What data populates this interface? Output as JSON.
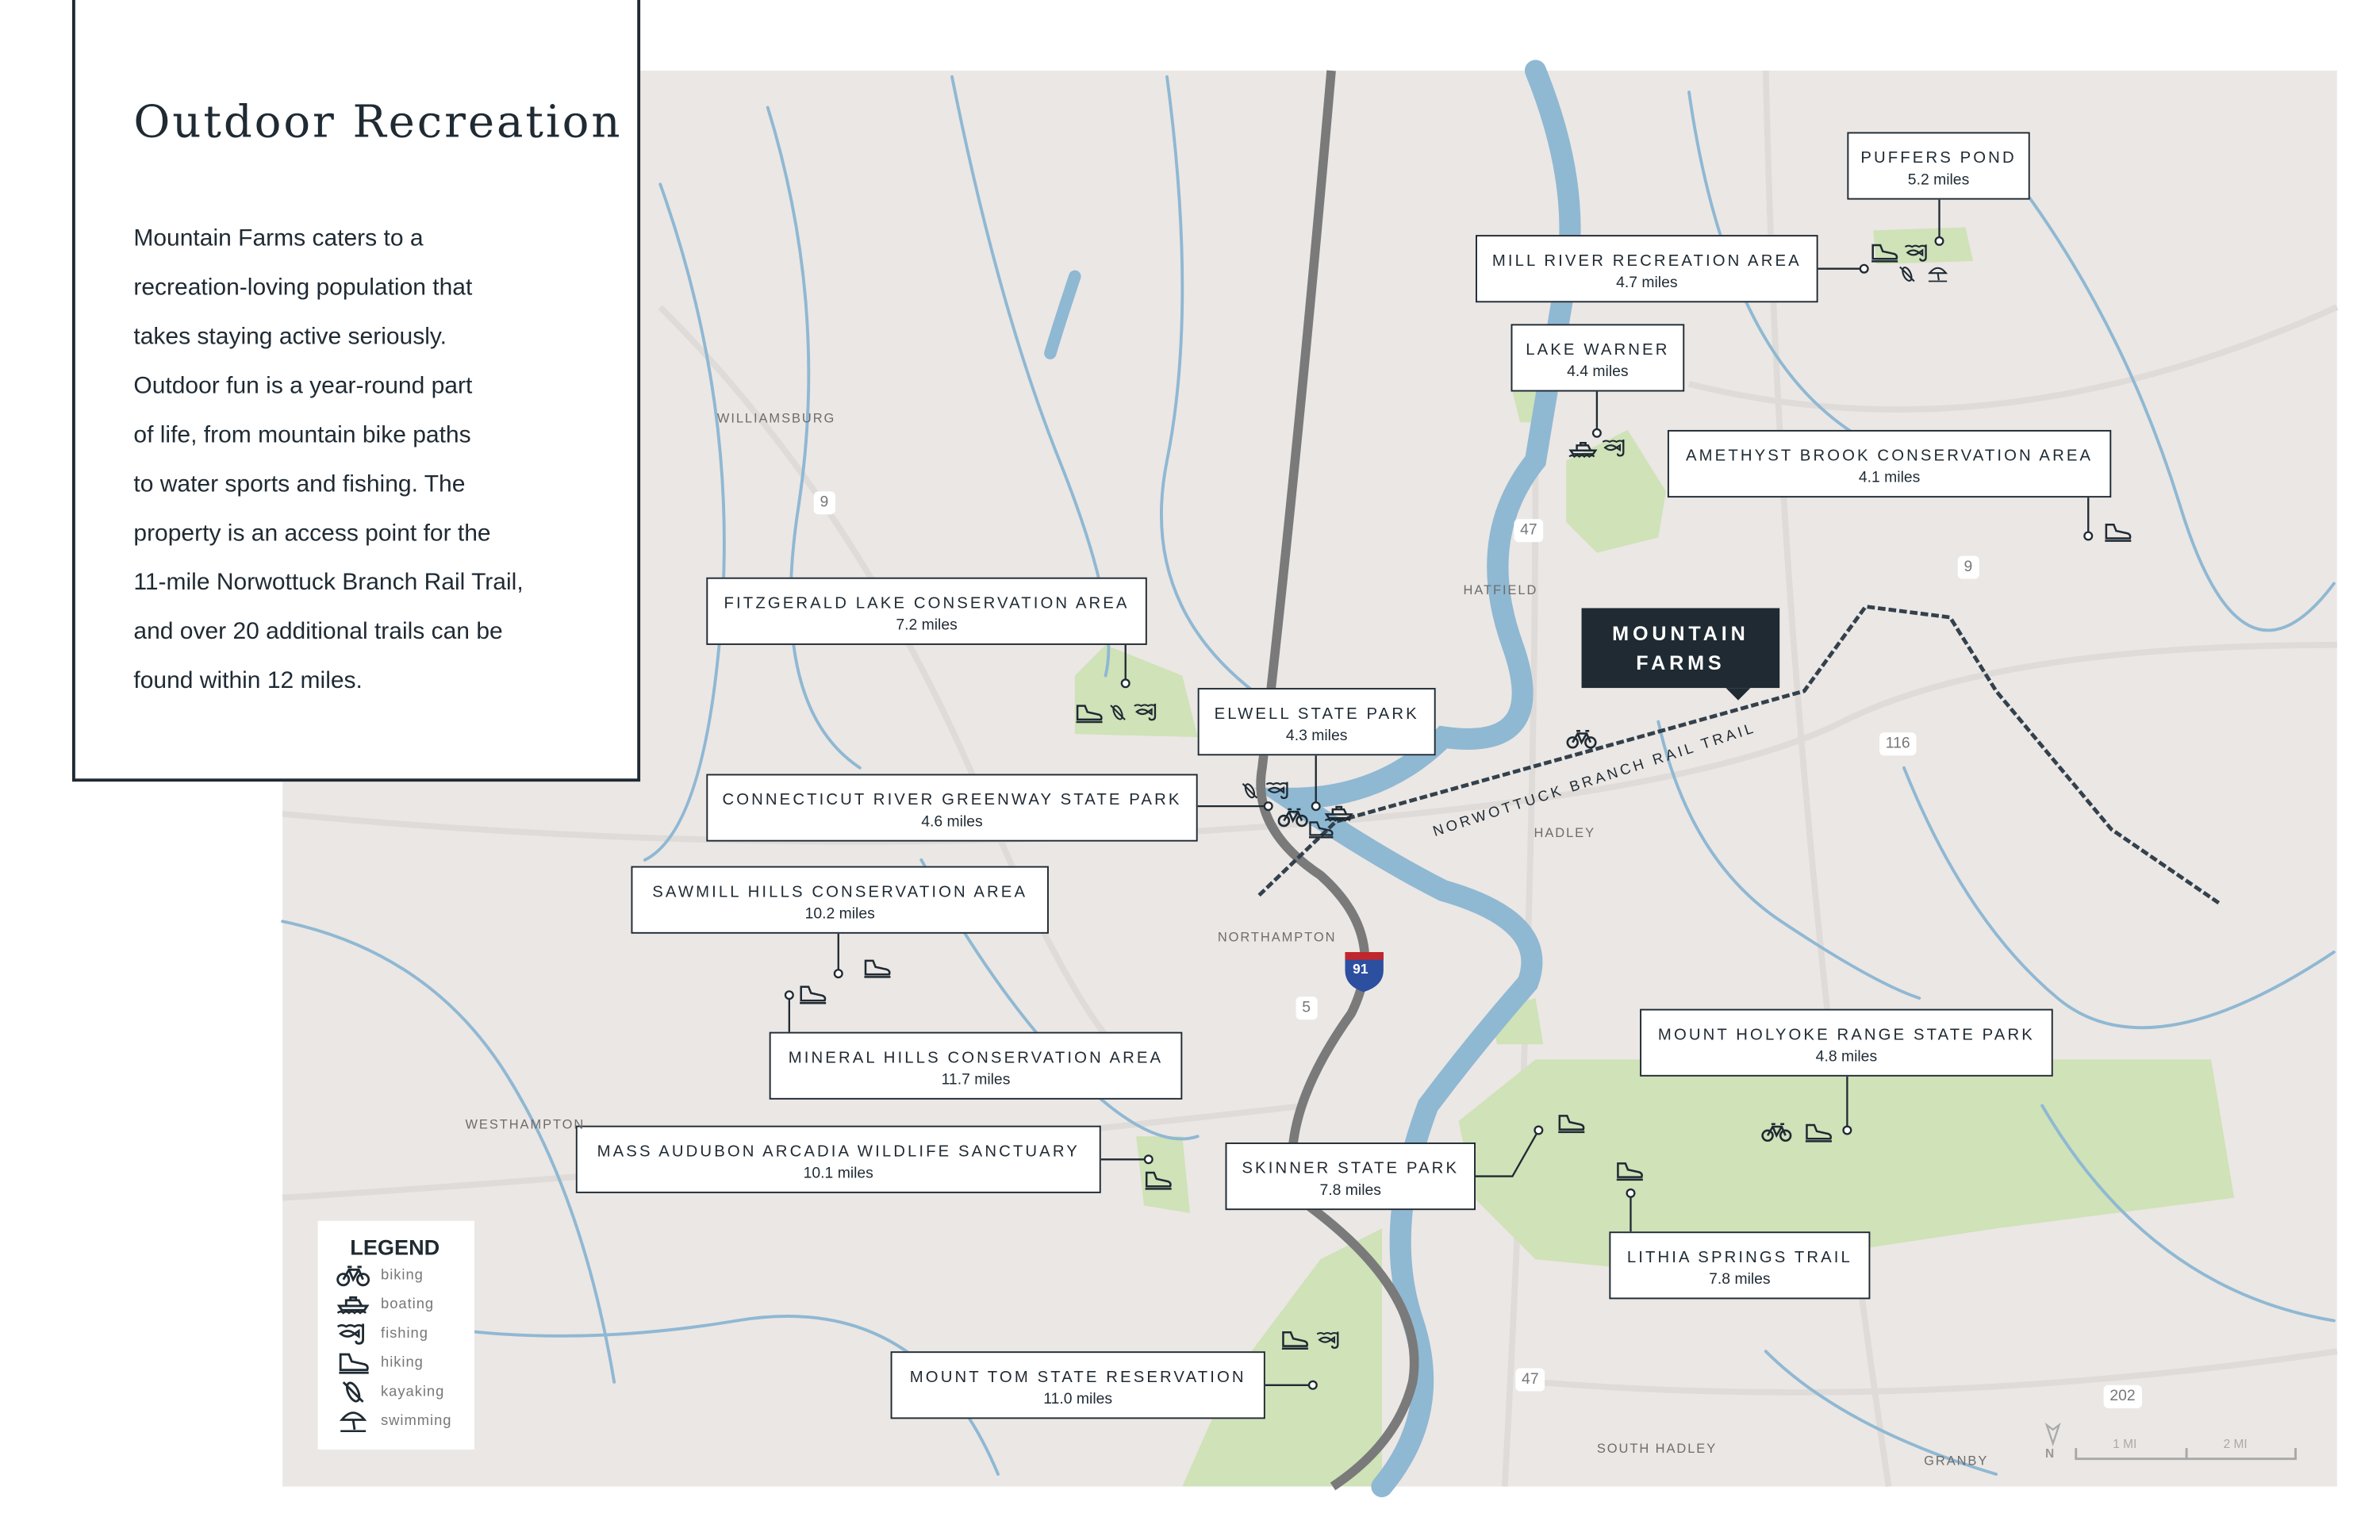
{
  "panel": {
    "title": "Outdoor Recreation",
    "body_lines": [
      "Mountain Farms caters to a",
      "recreation-loving population that",
      "takes staying active seriously.",
      "Outdoor fun is a year-round part",
      "of life, from mountain bike paths",
      "to water sports and fishing. The",
      "property is an access point for the",
      "11-mile Norwottuck Branch Rail Trail,",
      "and over 20 additional trails can be",
      "found within 12 miles."
    ]
  },
  "property": {
    "name_line1": "MOUNTAIN",
    "name_line2": "FARMS"
  },
  "rail_trail": "NORWOTTUCK BRANCH RAIL TRAIL",
  "sites": [
    {
      "name": "PUFFERS POND",
      "distance": "5.2 miles",
      "icons": [
        "hiking",
        "fishing",
        "kayaking",
        "swimming"
      ]
    },
    {
      "name": "MILL RIVER RECREATION AREA",
      "distance": "4.7 miles",
      "icons": []
    },
    {
      "name": "LAKE WARNER",
      "distance": "4.4 miles",
      "icons": [
        "boating",
        "fishing"
      ]
    },
    {
      "name": "AMETHYST BROOK CONSERVATION AREA",
      "distance": "4.1 miles",
      "icons": [
        "hiking"
      ]
    },
    {
      "name": "FITZGERALD LAKE CONSERVATION AREA",
      "distance": "7.2 miles",
      "icons": [
        "hiking",
        "kayaking",
        "fishing"
      ]
    },
    {
      "name": "ELWELL STATE PARK",
      "distance": "4.3 miles",
      "icons": [
        "boating",
        "hiking"
      ]
    },
    {
      "name": "CONNECTICUT RIVER GREENWAY STATE PARK",
      "distance": "4.6 miles",
      "icons": [
        "kayaking",
        "fishing",
        "biking"
      ]
    },
    {
      "name": "SAWMILL HILLS CONSERVATION AREA",
      "distance": "10.2 miles",
      "icons": [
        "hiking"
      ]
    },
    {
      "name": "MINERAL HILLS CONSERVATION AREA",
      "distance": "11.7 miles",
      "icons": [
        "hiking"
      ]
    },
    {
      "name": "MASS AUDUBON ARCADIA WILDLIFE SANCTUARY",
      "distance": "10.1 miles",
      "icons": [
        "hiking"
      ]
    },
    {
      "name": "SKINNER STATE PARK",
      "distance": "7.8 miles",
      "icons": [
        "hiking"
      ]
    },
    {
      "name": "MOUNT HOLYOKE RANGE STATE PARK",
      "distance": "4.8 miles",
      "icons": [
        "biking",
        "hiking"
      ]
    },
    {
      "name": "LITHIA SPRINGS TRAIL",
      "distance": "7.8 miles",
      "icons": [
        "hiking"
      ]
    },
    {
      "name": "MOUNT TOM STATE RESERVATION",
      "distance": "11.0 miles",
      "icons": [
        "hiking",
        "fishing"
      ]
    }
  ],
  "towns": [
    "WILLIAMSBURG",
    "HATFIELD",
    "HADLEY",
    "NORTHAMPTON",
    "WESTHAMPTON",
    "SOUTH HADLEY",
    "GRANBY"
  ],
  "routes": [
    "9",
    "47",
    "9",
    "116",
    "5",
    "91",
    "47",
    "202"
  ],
  "legend": {
    "title": "LEGEND",
    "items": [
      "biking",
      "boating",
      "fishing",
      "hiking",
      "kayaking",
      "swimming"
    ]
  },
  "scale_bar": {
    "north": "N",
    "mark1": "1 MI",
    "mark2": "2 MI"
  },
  "colors": {
    "land": "#ebe7e4",
    "water": "#8fb8d3",
    "park": "#cfe2b8",
    "ink": "#1f2a33",
    "highway": "#7a7a7a",
    "road": "#dedbd8"
  }
}
